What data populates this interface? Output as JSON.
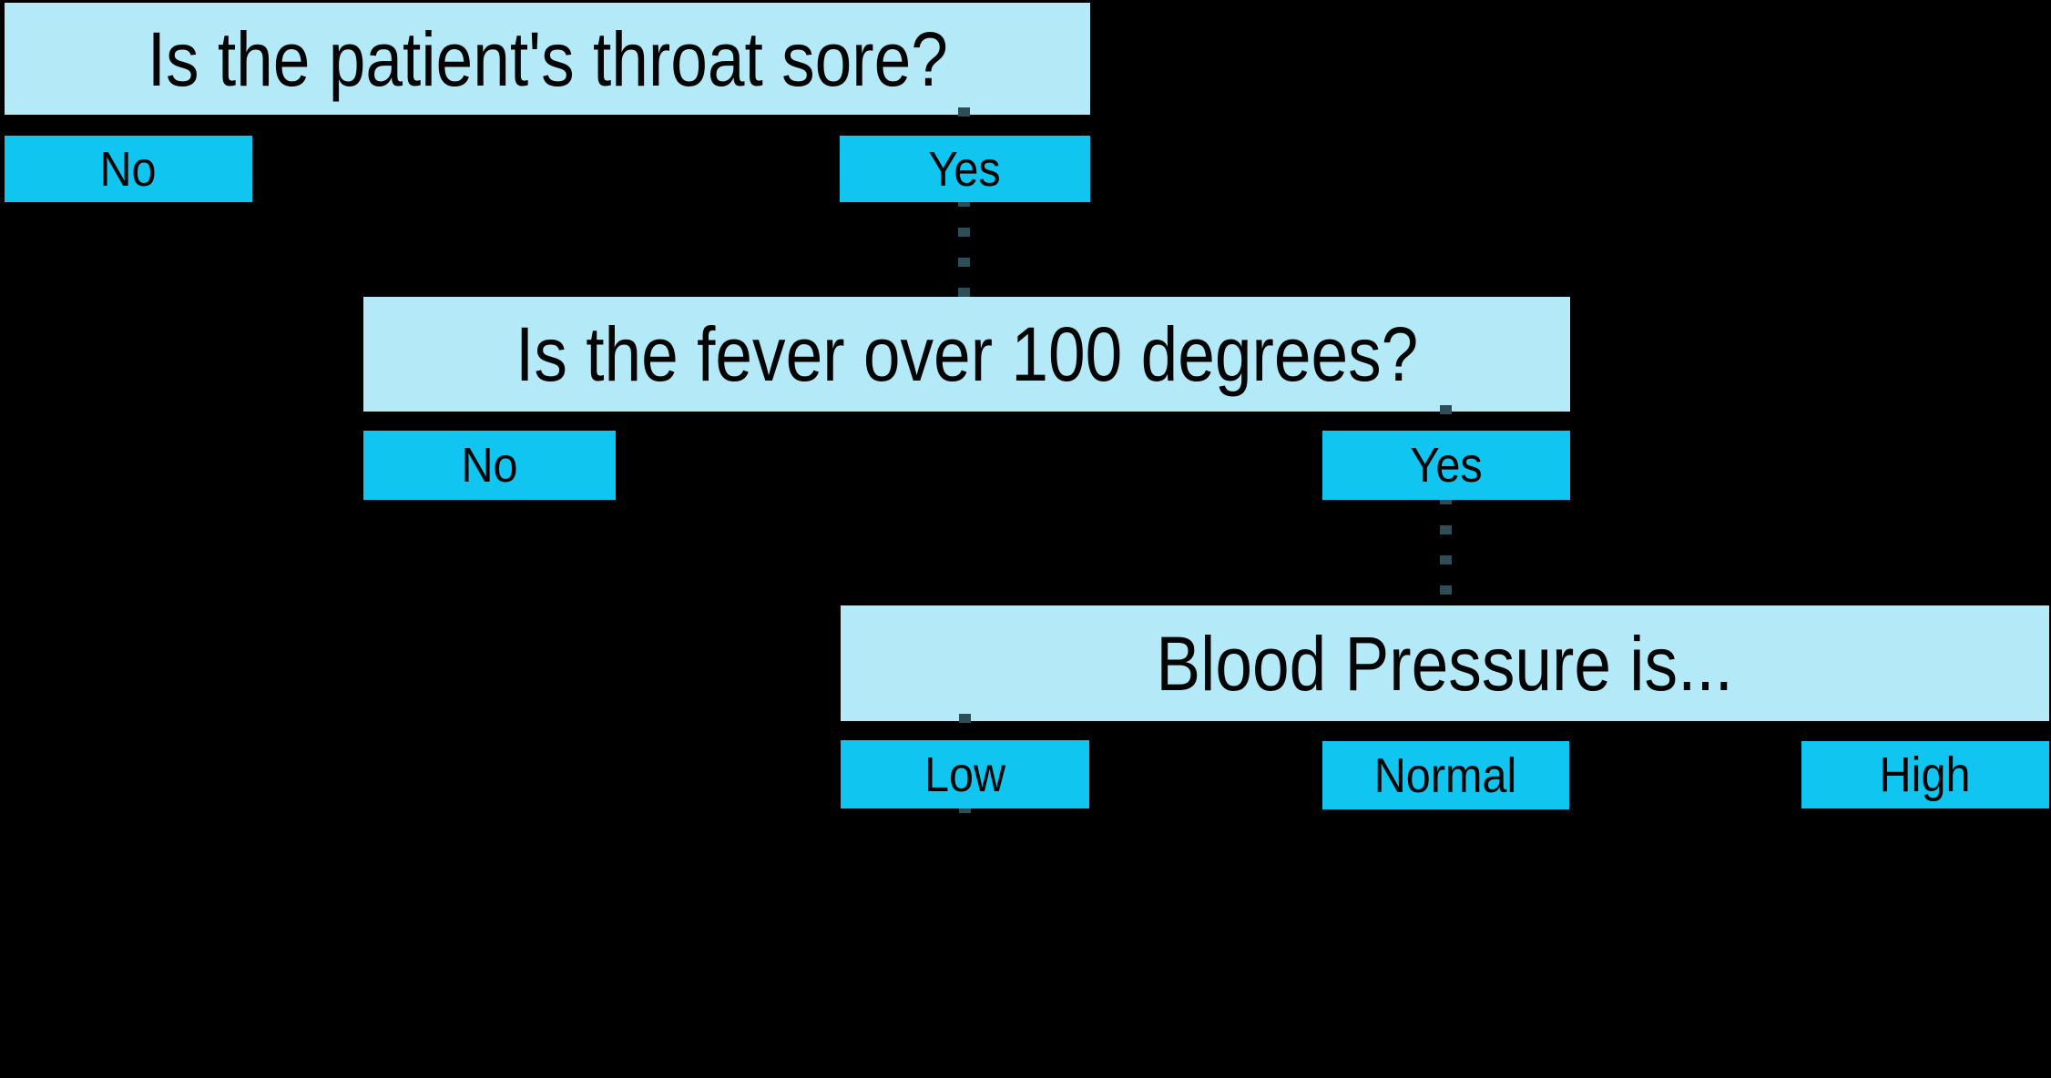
{
  "colors": {
    "background": "#000000",
    "question_box": "#b4eaf8",
    "answer_button": "#10c5ef",
    "text": "#050505",
    "connector": "#2e4d57"
  },
  "q1": {
    "text": "Is the patient's throat sore?",
    "answers": {
      "no": "No",
      "yes": "Yes"
    }
  },
  "q2": {
    "text": "Is the fever over 100 degrees?",
    "answers": {
      "no": "No",
      "yes": "Yes"
    }
  },
  "q3": {
    "text": "Blood Pressure is...",
    "answers": {
      "low": "Low",
      "normal": "Normal",
      "high": "High"
    }
  },
  "selected_path": [
    "Yes",
    "Yes",
    "Low"
  ]
}
